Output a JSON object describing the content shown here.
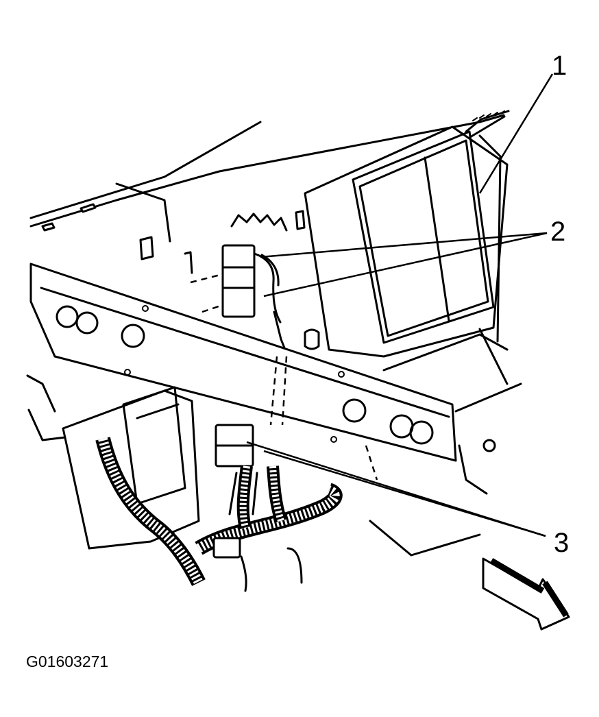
{
  "figure": {
    "id_label": "G01603271",
    "callouts": [
      {
        "number": "1"
      },
      {
        "number": "2"
      },
      {
        "number": "3"
      }
    ],
    "icons": [
      "direction-arrow-icon"
    ],
    "colors": {
      "ink": "#000000",
      "paper": "#ffffff"
    }
  }
}
